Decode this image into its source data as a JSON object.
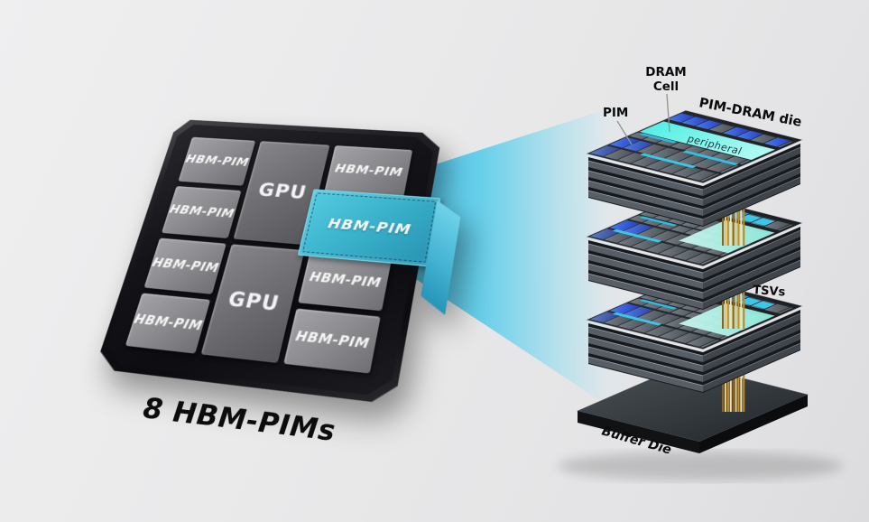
{
  "chip": {
    "caption": "8 HBM-PIMs",
    "hbm_left": [
      "HBM-PIM",
      "HBM-PIM",
      "HBM-PIM",
      "HBM-PIM"
    ],
    "gpu": [
      "GPU",
      "GPU"
    ],
    "hbm_right": [
      "HBM-PIM",
      "HBM-PIM",
      "HBM-PIM"
    ],
    "highlighted": "HBM-PIM",
    "colors": {
      "package": "#141418",
      "hbm_block": "#8e8e92",
      "gpu_block": "#6e6e72",
      "highlight": "#3cb4cd",
      "beam": "#4fc3e6",
      "label_text": "#ffffff",
      "caption_text": "#0c0c0d"
    }
  },
  "stack": {
    "labels": {
      "pim": "PIM",
      "dram": "DRAM",
      "cell": "Cell",
      "pim_dram_die": "PIM-DRAM die",
      "peripheral": "peripheral",
      "tsvs": "TSVs",
      "buffer_die": "Buffer Die"
    },
    "counts": {
      "die_stacks": 3,
      "layers_per_stack": 4,
      "tsv_groups": 3
    },
    "colors": {
      "die_base": "#23272c",
      "cell_gray": "#5d646b",
      "pim_cell_blue": "#2f55d8",
      "stripe_cyan": "#38c4e6",
      "peripheral_band": "#6ff0e6",
      "tsv_pad": "#b9f2ea",
      "tsv_gold": "#d9a93f",
      "buffer_die": "#34393d"
    }
  }
}
